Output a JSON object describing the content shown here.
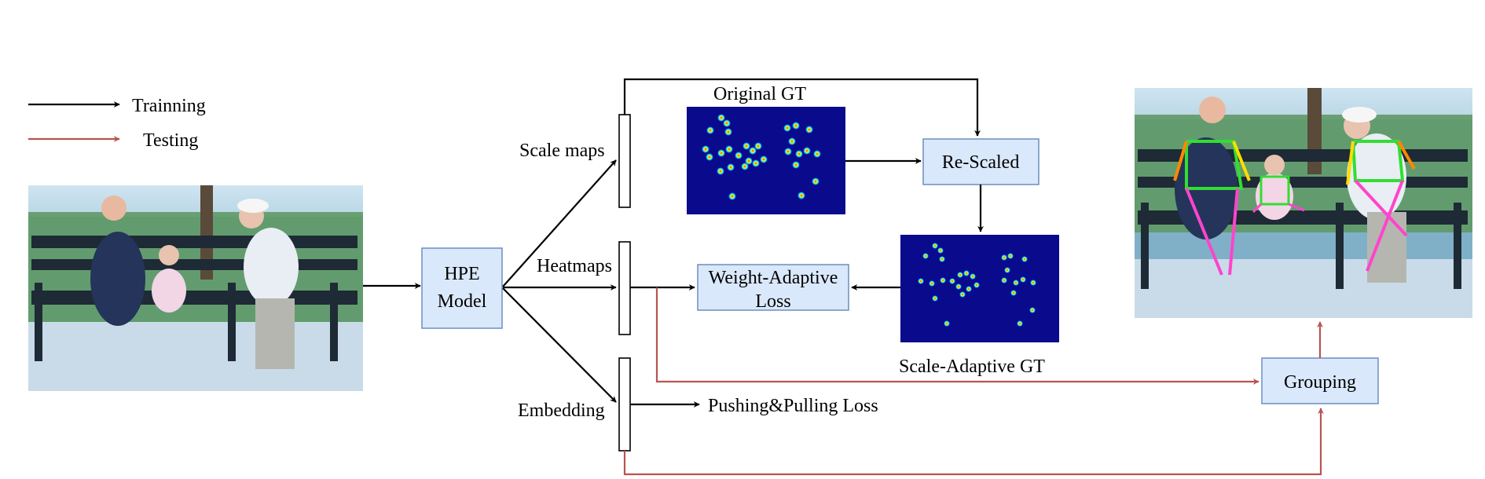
{
  "legend": {
    "training": {
      "label": "Trainning",
      "color": "#000000"
    },
    "testing": {
      "label": "Testing",
      "color": "#b85450"
    }
  },
  "nodes": {
    "hpe_model": [
      "HPE",
      "Model"
    ],
    "re_scaled": "Re-Scaled",
    "weight_adaptive_loss": [
      "Weight-Adaptive",
      "Loss"
    ],
    "grouping": "Grouping"
  },
  "labels": {
    "scale_maps": "Scale maps",
    "heatmaps": "Heatmaps",
    "embedding": "Embedding",
    "original_gt": "Original GT",
    "scale_adaptive_gt": "Scale-Adaptive GT",
    "pushing_pulling_loss": "Pushing&Pulling Loss"
  },
  "icons": {
    "input_photo": "park-bench-family-photo",
    "output_photo": "pose-skeleton-overlay-photo",
    "original_gt_map": "heatmap-image",
    "scale_adaptive_gt_map": "heatmap-image"
  },
  "colors": {
    "box_fill": "#dae8fc",
    "box_stroke": "#6c8ebf",
    "heatmap_bg": "#0a0a8c",
    "testing_arrow": "#b85450"
  }
}
